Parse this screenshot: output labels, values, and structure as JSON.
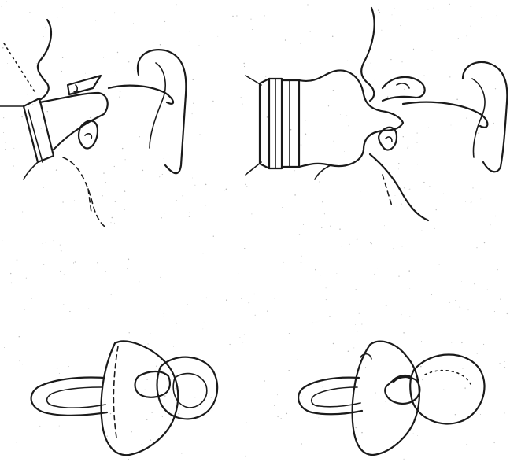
{
  "figure": {
    "panels": [
      {
        "id": "top-left",
        "depicts": "infant-feeding-orthodontic-nipple-cross-section"
      },
      {
        "id": "top-right",
        "depicts": "infant-feeding-bottle-nipple-cross-section"
      },
      {
        "id": "bottom-left",
        "depicts": "orthodontic-pacifier"
      },
      {
        "id": "bottom-right",
        "depicts": "conventional-pacifier"
      }
    ],
    "colors": {
      "ink": "#1a1a1a",
      "paper": "#ffffff"
    }
  }
}
